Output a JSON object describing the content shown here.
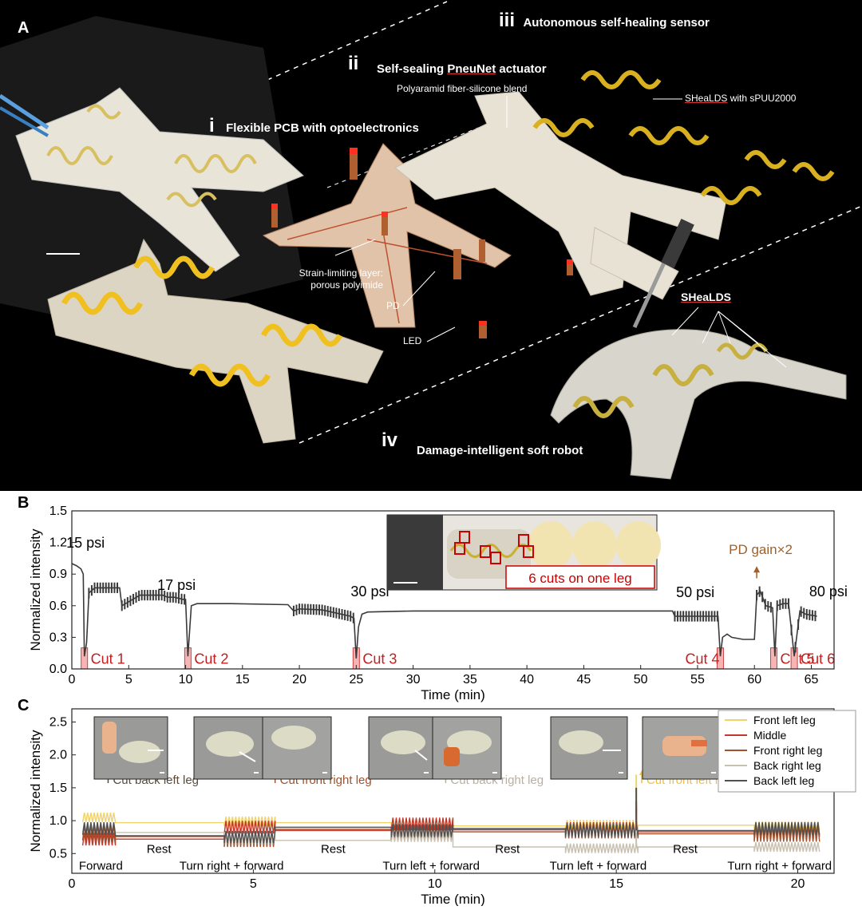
{
  "panel_a": {
    "letter": "A",
    "stages": [
      {
        "num": "iii",
        "title": "Autonomous  self-healing sensor"
      },
      {
        "num": "ii",
        "title_prefix": "Self-sealing ",
        "title_underlined": "PneuNet",
        "title_suffix": " actuator"
      },
      {
        "num": "i",
        "title": "Flexible PCB with optoelectronics"
      },
      {
        "num": "iv",
        "title": "Damage-intelligent soft robot"
      }
    ],
    "labels": {
      "fiber": "Polyaramid fiber-silicone blend",
      "shealds_prefix": "SHeaLDS",
      "shealds_suffix": " with sPUU2000",
      "strain_line1": "Strain-limiting layer:",
      "strain_line2": "porous polyimide",
      "pd": "PD",
      "led": "LED",
      "shealds": "SHeaLDS"
    }
  },
  "chart_data": [
    {
      "type": "line",
      "panel": "B",
      "xlabel": "Time (min)",
      "ylabel": "Normalized intensity",
      "xlim": [
        0,
        67
      ],
      "ylim": [
        0,
        1.5
      ],
      "xticks": [
        0,
        5,
        10,
        15,
        20,
        25,
        30,
        35,
        40,
        45,
        50,
        55,
        60,
        65
      ],
      "yticks": [
        0.0,
        0.3,
        0.6,
        0.9,
        1.2,
        1.5
      ],
      "ytick_labels": [
        "0.0",
        "0.3",
        "0.6",
        "0.9",
        "1.2",
        "1.5"
      ],
      "series": [
        {
          "color": "#3a3a3a",
          "x": [
            0,
            0.4,
            0.8,
            1.0,
            1.1,
            1.3,
            1.5,
            2.0,
            3.0,
            4.2,
            4.4,
            6.0,
            8.0,
            8.4,
            9.0,
            9.8,
            10.0,
            10.2,
            10.5,
            11.0,
            14.0,
            19.0,
            19.5,
            20.0,
            22.0,
            24.5,
            24.8,
            25.0,
            25.2,
            25.5,
            26.0,
            30.0,
            40.0,
            50.0,
            52.8,
            53.0,
            56.8,
            57.0,
            57.2,
            57.6,
            58.0,
            59.0,
            60.0,
            60.2,
            60.5,
            61.0,
            61.6,
            61.8,
            62.0,
            62.5,
            63.0,
            63.5,
            64.0,
            64.5,
            65.5
          ],
          "y": [
            1.0,
            0.98,
            0.95,
            0.9,
            0.12,
            0.25,
            0.72,
            0.77,
            0.77,
            0.77,
            0.6,
            0.7,
            0.7,
            0.68,
            0.68,
            0.66,
            0.66,
            0.12,
            0.6,
            0.62,
            0.62,
            0.61,
            0.55,
            0.57,
            0.56,
            0.5,
            0.48,
            0.1,
            0.4,
            0.52,
            0.54,
            0.55,
            0.55,
            0.55,
            0.55,
            0.5,
            0.5,
            0.12,
            0.3,
            0.33,
            0.3,
            0.28,
            0.28,
            0.7,
            0.74,
            0.6,
            0.58,
            0.12,
            0.6,
            0.62,
            0.62,
            0.12,
            0.55,
            0.52,
            0.5
          ]
        }
      ],
      "pressure_labels": [
        {
          "text": "15 psi",
          "x": 1.2,
          "y": 1.15
        },
        {
          "text": "17 psi",
          "x": 9.2,
          "y": 0.75
        },
        {
          "text": "30 psi",
          "x": 26.2,
          "y": 0.69
        },
        {
          "text": "50 psi",
          "x": 54.8,
          "y": 0.68
        },
        {
          "text": "80 psi",
          "x": 66.5,
          "y": 0.69
        }
      ],
      "cuts": [
        {
          "label": "Cut 1",
          "x": 1.1
        },
        {
          "label": "Cut 2",
          "x": 10.2
        },
        {
          "label": "Cut 3",
          "x": 25.0
        },
        {
          "label": "Cut 4",
          "x": 57.0
        },
        {
          "label": "Cut 5",
          "x": 61.7
        },
        {
          "label": "Cut 6",
          "x": 63.5
        }
      ],
      "gain_note": "PD gain×2",
      "inset_caption": "6 cuts on one leg"
    },
    {
      "type": "line",
      "panel": "C",
      "xlabel": "Time (min)",
      "ylabel": "Normalized intensity",
      "xlim": [
        0,
        21
      ],
      "ylim": [
        0.2,
        2.7
      ],
      "xticks": [
        0,
        5,
        10,
        15,
        20
      ],
      "yticks": [
        0.5,
        1.0,
        1.5,
        2.0,
        2.5
      ],
      "ytick_labels": [
        "0.5",
        "1.0",
        "1.5",
        "2.0",
        "2.5"
      ],
      "series": [
        {
          "name": "Front left leg",
          "color": "#f0d36a",
          "levels": [
            1.05,
            0.97,
            0.99,
            0.97,
            0.95,
            0.92,
            0.94,
            0.93,
            0.92,
            0.9
          ],
          "spike": 1.7
        },
        {
          "name": "Middle",
          "color": "#c0392b",
          "levels": [
            0.72,
            0.72,
            0.9,
            0.85,
            0.95,
            0.86,
            0.88,
            0.83,
            0.85,
            0.8
          ],
          "spike": 1.2
        },
        {
          "name": "Front right leg",
          "color": "#a0522d",
          "levels": [
            0.82,
            0.76,
            0.72,
            0.87,
            0.82,
            0.83,
            0.85,
            0.8,
            0.8,
            0.78
          ],
          "spike": 1.3
        },
        {
          "name": "Back right leg",
          "color": "#c8c0b0",
          "levels": [
            0.9,
            0.82,
            0.72,
            0.7,
            0.75,
            0.6,
            0.58,
            0.6,
            0.6,
            0.62
          ],
          "spike": 1.1
        },
        {
          "name": "Back left leg",
          "color": "#505050",
          "levels": [
            0.88,
            0.77,
            0.75,
            0.9,
            0.85,
            0.88,
            0.85,
            0.85,
            0.88,
            0.86
          ],
          "spike": 1.5
        }
      ],
      "segments": [
        {
          "label": "Forward",
          "x": 0.8,
          "active": true,
          "x0": 0.3,
          "x1": 1.2
        },
        {
          "label": "Rest",
          "x": 2.4,
          "active": false,
          "x0": 1.2,
          "x1": 4.2
        },
        {
          "label": "Turn right + forward",
          "x": 4.4,
          "active": true,
          "x0": 4.2,
          "x1": 5.6
        },
        {
          "label": "Rest",
          "x": 7.2,
          "active": false,
          "x0": 5.6,
          "x1": 8.8
        },
        {
          "label": "Turn left + forward",
          "x": 9.9,
          "active": true,
          "x0": 8.8,
          "x1": 10.5
        },
        {
          "label": "Rest",
          "x": 12.0,
          "active": false,
          "x0": 10.5,
          "x1": 13.6
        },
        {
          "label": "Turn left + forward",
          "x": 14.5,
          "active": true,
          "x0": 13.6,
          "x1": 15.6
        },
        {
          "label": "Rest",
          "x": 16.9,
          "active": false,
          "x0": 15.6,
          "x1": 18.8
        },
        {
          "label": "Turn right + forward",
          "x": 19.5,
          "active": true,
          "x0": 18.8,
          "x1": 20.6
        }
      ],
      "cut_annotations": [
        {
          "text": "Cut back left leg",
          "x": 1.0,
          "color": "#5a4a3a"
        },
        {
          "text": "Cut front right leg",
          "x": 5.6,
          "color": "#a0522d"
        },
        {
          "text": "Cut back right leg",
          "x": 10.3,
          "color": "#b8b0a0"
        },
        {
          "text": "Cut front left leg",
          "x": 15.7,
          "color": "#f0c040"
        }
      ]
    }
  ]
}
